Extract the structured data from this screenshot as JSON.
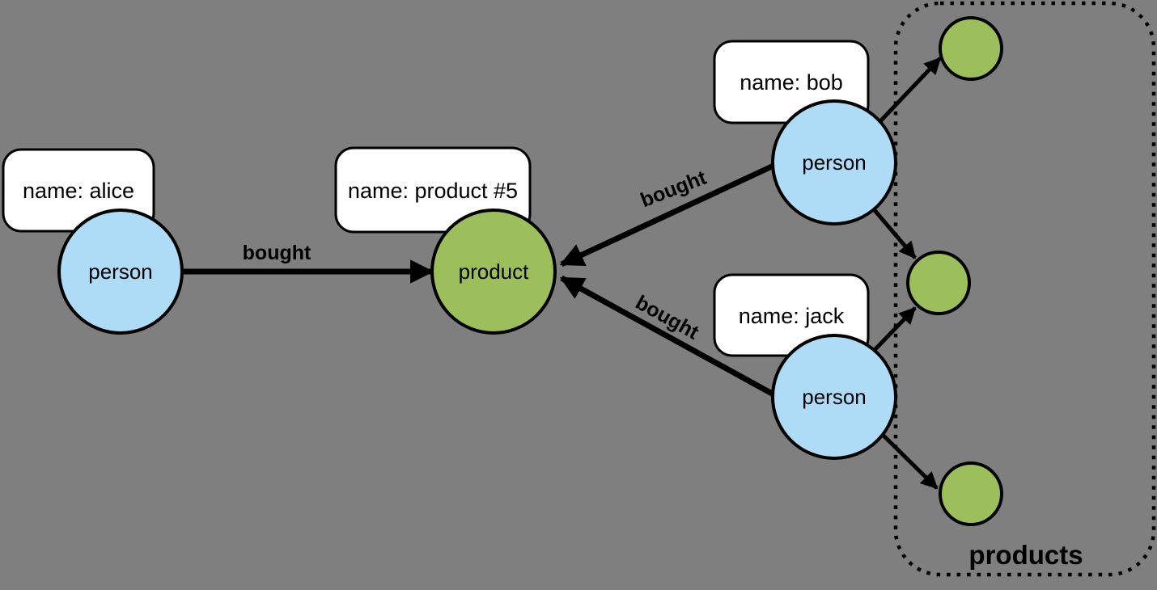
{
  "colors": {
    "background": "#7f7f7f",
    "person": "#aedcf6",
    "product": "#9cbf5c",
    "box": "#ffffff",
    "stroke": "#000000"
  },
  "nodes": {
    "alice": {
      "type_label": "person",
      "property": "name: alice"
    },
    "bob": {
      "type_label": "person",
      "property": "name: bob"
    },
    "jack": {
      "type_label": "person",
      "property": "name: jack"
    },
    "product5": {
      "type_label": "product",
      "property": "name: product #5"
    }
  },
  "edges": {
    "alice_product": {
      "label": "bought"
    },
    "bob_product": {
      "label": "bought"
    },
    "jack_product": {
      "label": "bought"
    }
  },
  "groups": {
    "products": {
      "label": "products"
    }
  }
}
